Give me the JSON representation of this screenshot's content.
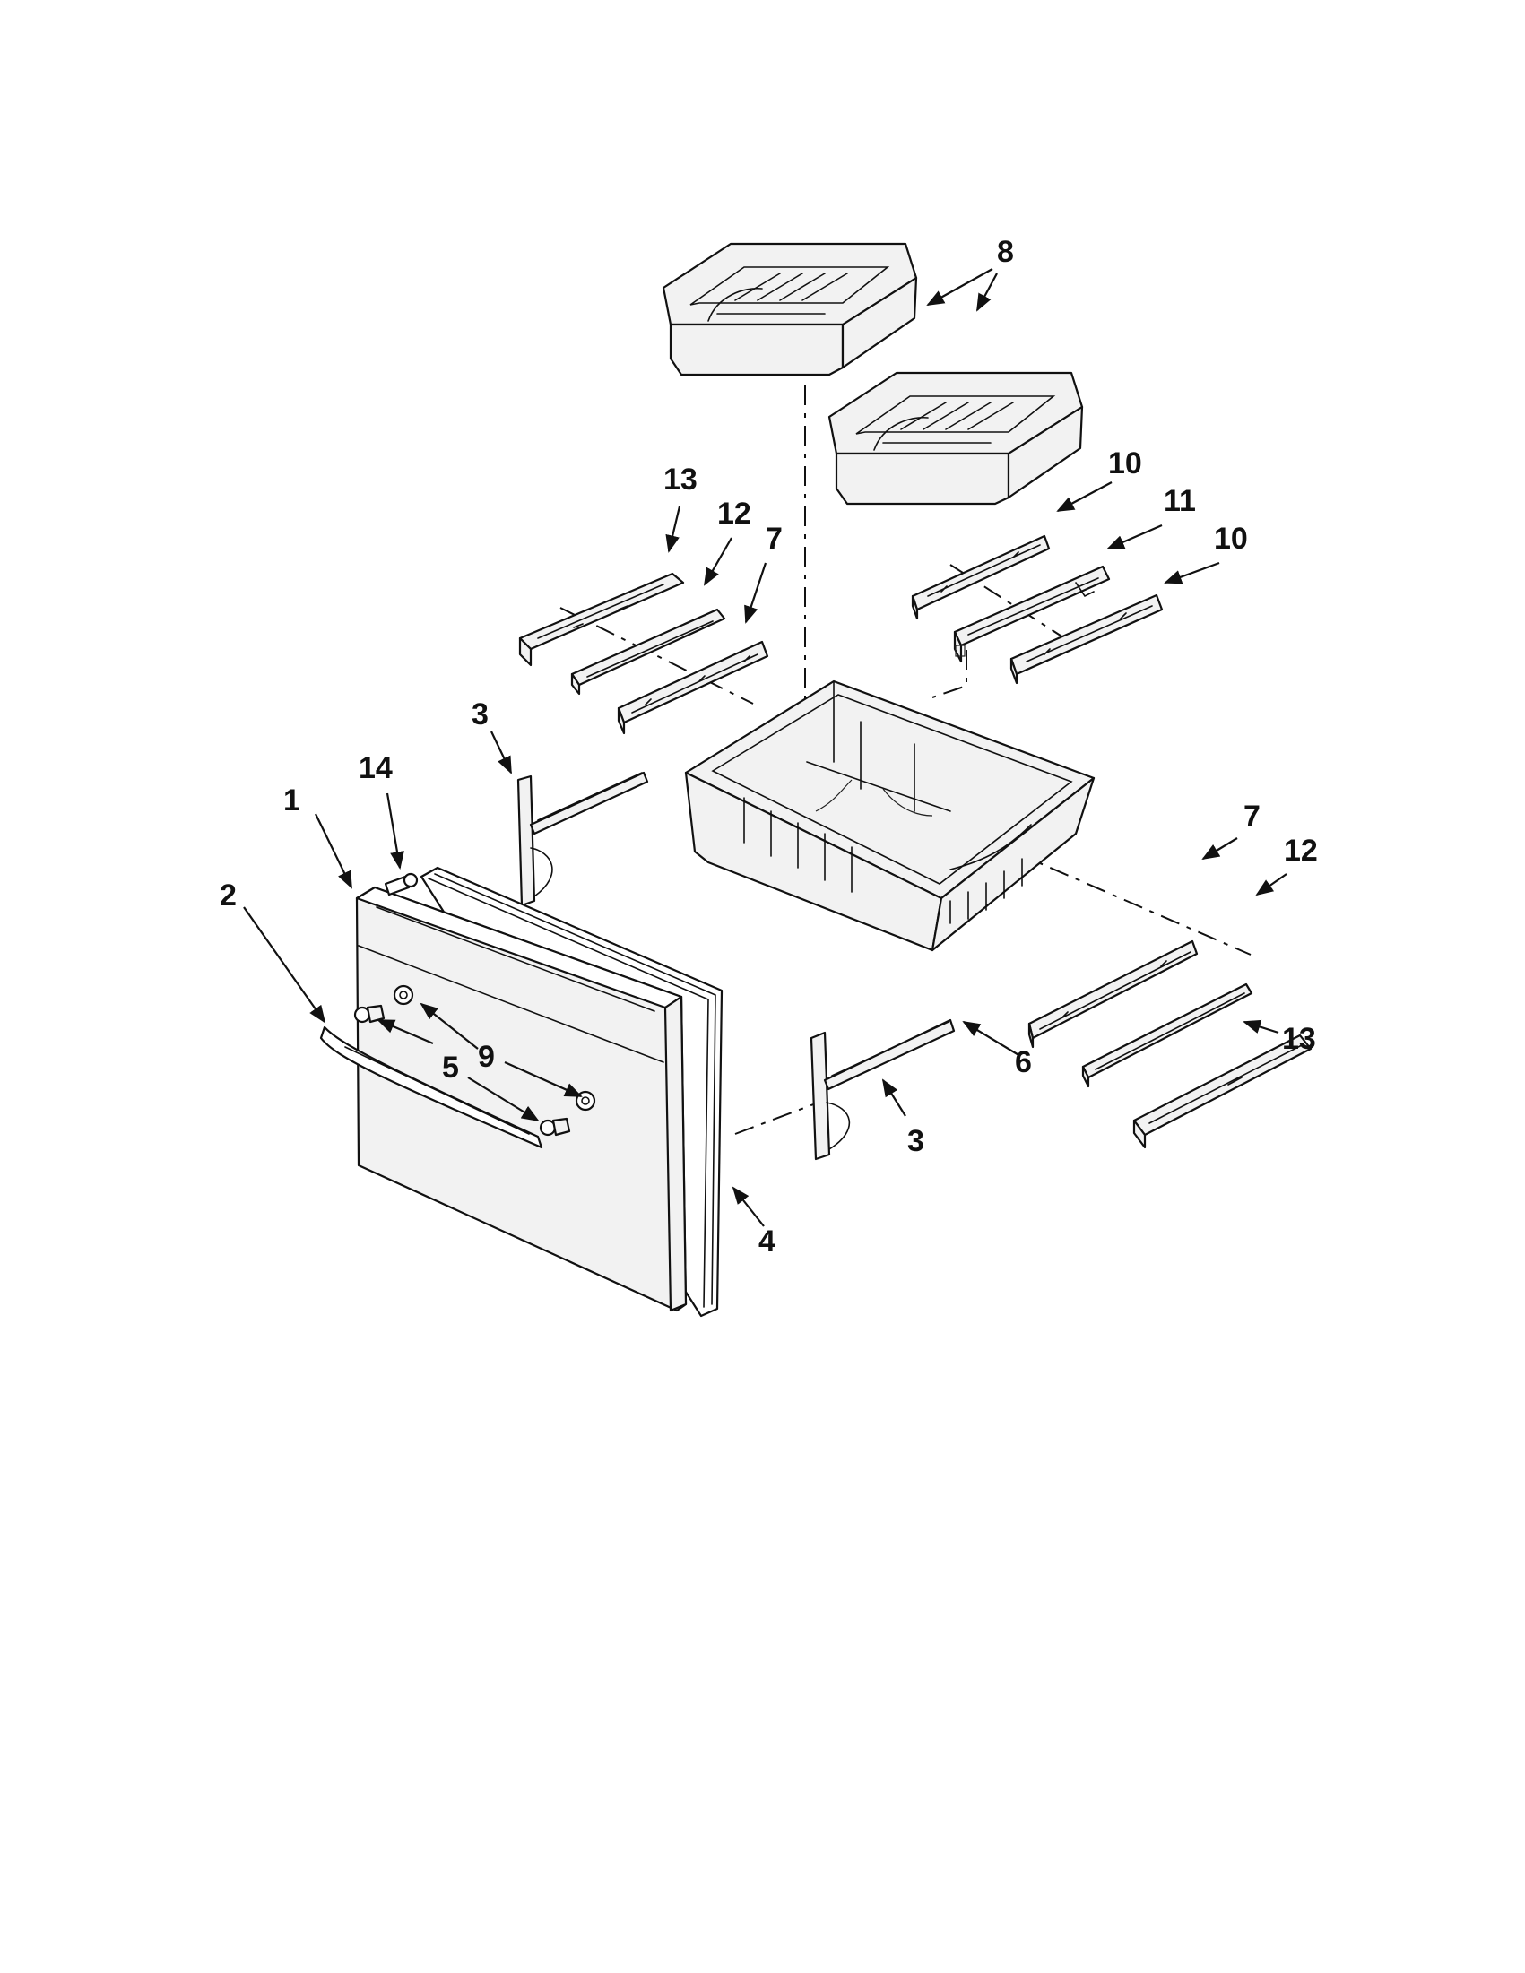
{
  "diagram": {
    "callouts": [
      {
        "id": "c8",
        "text": "8"
      },
      {
        "id": "c13a",
        "text": "13"
      },
      {
        "id": "c12a",
        "text": "12"
      },
      {
        "id": "c7a",
        "text": "7"
      },
      {
        "id": "c10a",
        "text": "10"
      },
      {
        "id": "c11",
        "text": "11"
      },
      {
        "id": "c10b",
        "text": "10"
      },
      {
        "id": "c3a",
        "text": "3"
      },
      {
        "id": "c14",
        "text": "14"
      },
      {
        "id": "c1",
        "text": "1"
      },
      {
        "id": "c2",
        "text": "2"
      },
      {
        "id": "c9",
        "text": "9"
      },
      {
        "id": "c5",
        "text": "5"
      },
      {
        "id": "c7b",
        "text": "7"
      },
      {
        "id": "c12b",
        "text": "12"
      },
      {
        "id": "c6",
        "text": "6"
      },
      {
        "id": "c13b",
        "text": "13"
      },
      {
        "id": "c3b",
        "text": "3"
      },
      {
        "id": "c4",
        "text": "4"
      }
    ]
  },
  "colors": {
    "line": "#111111",
    "fill": "#f2f2f2",
    "background": "#ffffff"
  }
}
